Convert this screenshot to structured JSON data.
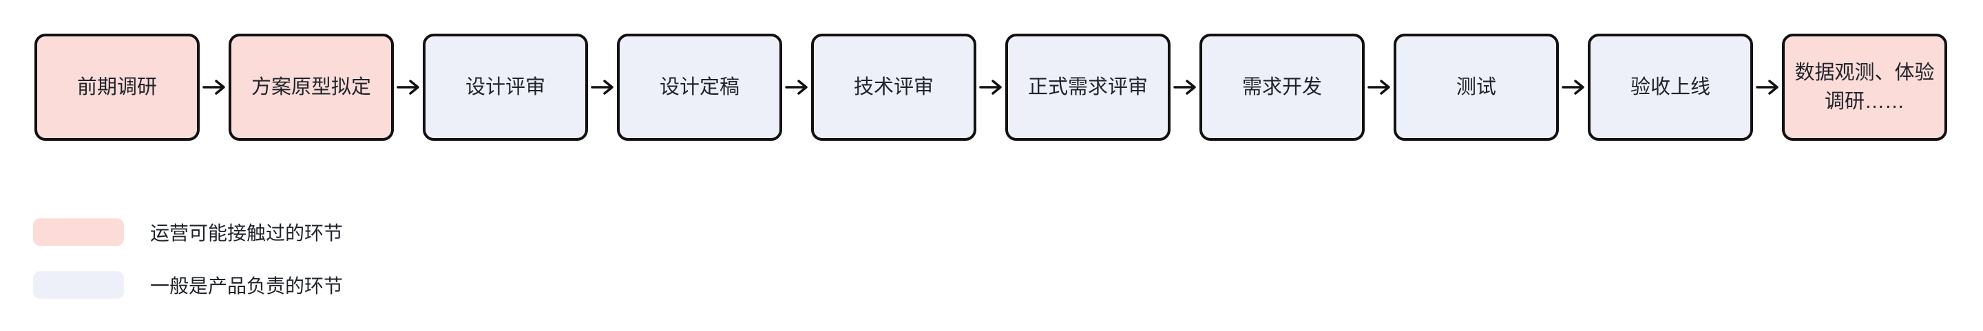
{
  "colors": {
    "background": "#ffffff",
    "ops_fill": "#fbdcd9",
    "product_fill": "#eef0f9",
    "node_border": "#111111",
    "text": "#1f2329",
    "arrow": "#111111"
  },
  "diagram": {
    "type": "flowchart",
    "direction": "left-to-right",
    "connector_icon": "arrow-right-icon",
    "nodes": [
      {
        "label": "前期调研",
        "category": "ops"
      },
      {
        "label": "方案原型拟定",
        "category": "ops"
      },
      {
        "label": "设计评审",
        "category": "product"
      },
      {
        "label": "设计定稿",
        "category": "product"
      },
      {
        "label": "技术评审",
        "category": "product"
      },
      {
        "label": "正式需求评审",
        "category": "product"
      },
      {
        "label": "需求开发",
        "category": "product"
      },
      {
        "label": "测试",
        "category": "product"
      },
      {
        "label": "验收上线",
        "category": "product"
      },
      {
        "label": "数据观测、体验\n调研……",
        "category": "ops"
      }
    ]
  },
  "legend": {
    "items": [
      {
        "category": "ops",
        "swatch_color": "#fbdcd9",
        "label": "运营可能接触过的环节"
      },
      {
        "category": "product",
        "swatch_color": "#eef0f9",
        "label": "一般是产品负责的环节"
      }
    ]
  }
}
